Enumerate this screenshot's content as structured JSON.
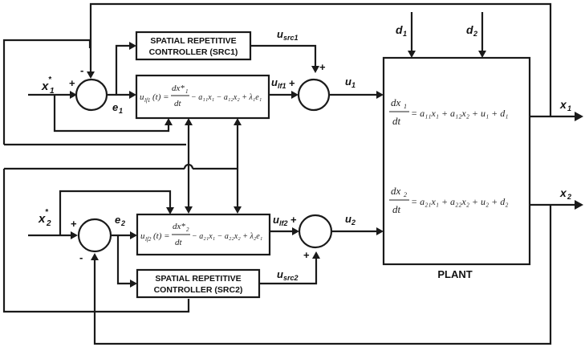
{
  "src1": {
    "line1": "SPATIAL REPETITIVE",
    "line2": "CONTROLLER (SRC1)"
  },
  "src2": {
    "line1": "SPATIAL REPETITIVE",
    "line2": "CONTROLLER (SRC2)"
  },
  "plant": {
    "label": "PLANT",
    "eq1_lhs_top": "dx",
    "eq1_lhs_sub": "1",
    "eq1_lhs_bot": "dt",
    "eq1_rhs": "= a₁₁x₁ + a₁₂x₂ + u₁ + d₁",
    "eq2_lhs_top": "dx",
    "eq2_lhs_sub": "2",
    "eq2_lhs_bot": "dt",
    "eq2_rhs": "= a₂₁x₁ + a₂₂x₂ + u₂ + d₂"
  },
  "ctrl1": {
    "lhs": "u",
    "lhs_sub": "lf1",
    "lhs_arg": "(t) =",
    "frac_top": "dx*",
    "frac_sub": "1",
    "frac_bot": "dt",
    "rhs": "− a₁₁x₁ − a₁₂x₂ + λ₁e₁"
  },
  "ctrl2": {
    "lhs": "u",
    "lhs_sub": "lf2",
    "lhs_arg": "(t) =",
    "frac_top": "dx*",
    "frac_sub": "2",
    "frac_bot": "dt",
    "rhs": "− a₂₁x₁ − a₂₂x₂ + λ₂e₁"
  },
  "labels": {
    "x1_ref": "x",
    "x1_ref_sup": "*",
    "x1_ref_sub": "1",
    "x2_ref": "x",
    "x2_ref_sup": "*",
    "x2_ref_sub": "2",
    "e1": "e",
    "e1_sub": "1",
    "e2": "e",
    "e2_sub": "2",
    "u_src1": "u",
    "u_src1_sub": "src1",
    "u_src2": "u",
    "u_src2_sub": "src2",
    "u_lf1": "u",
    "u_lf1_sub": "lf1",
    "u_lf2": "u",
    "u_lf2_sub": "lf2",
    "u1": "u",
    "u1_sub": "1",
    "u2": "u",
    "u2_sub": "2",
    "d1": "d",
    "d1_sub": "1",
    "d2": "d",
    "d2_sub": "2",
    "x1_out": "x",
    "x1_out_sub": "1",
    "x2_out": "x",
    "x2_out_sub": "2"
  },
  "signs": {
    "sum1_left": "+",
    "sum1_top": "-",
    "sum2_left": "+",
    "sum2_top": "+",
    "sum3_left": "+",
    "sum3_bottom": "-",
    "sum4_left": "+",
    "sum4_bottom": "+"
  }
}
